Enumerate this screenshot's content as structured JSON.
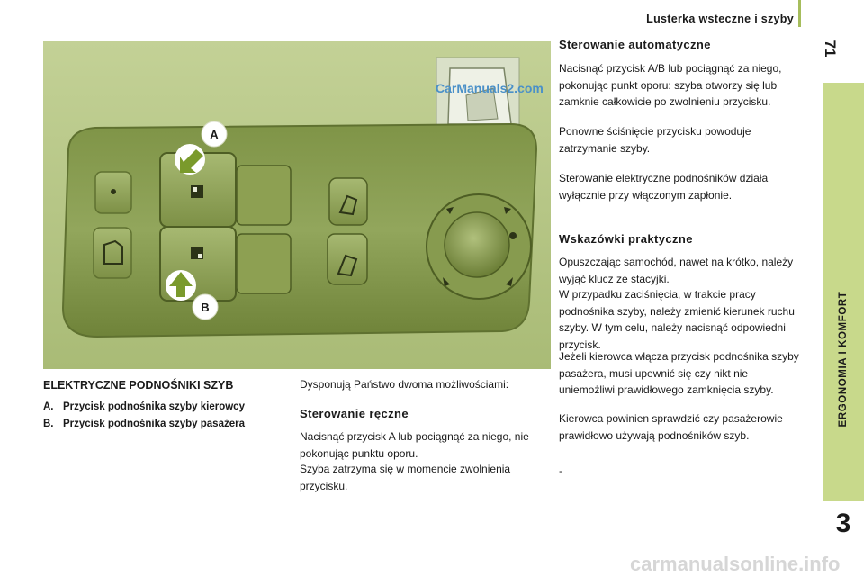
{
  "header": {
    "title": "Lusterka wsteczne i szyby",
    "page_number": "71"
  },
  "sidebar": {
    "section": "ERGONOMIA I KOMFORT",
    "chapter": "3"
  },
  "figure": {
    "label_a": "A",
    "label_b": "B",
    "watermark": "CarManuals2.com"
  },
  "left": {
    "title": "ELEKTRYCZNE PODNOŚNIKI SZYB",
    "items": [
      {
        "key": "A.",
        "text": "Przycisk podnośnika szyby kierowcy"
      },
      {
        "key": "B.",
        "text": "Przycisk podnośnika szyby pasażera"
      }
    ]
  },
  "middle": {
    "intro": "Dysponują Państwo dwoma możliwościami:",
    "heading": "Sterowanie ręczne",
    "paragraphs": [
      "Nacisnąć przycisk A lub pociągnąć za niego, nie pokonując punktu oporu.",
      "Szyba zatrzyma się w momencie zwolnienia przycisku."
    ]
  },
  "right": {
    "heading_auto": "Sterowanie automatyczne",
    "auto_paragraphs": [
      "Nacisnąć przycisk A/B lub pociągnąć za niego, pokonując punkt oporu: szyba otworzy się lub zamknie całkowicie po zwolnieniu przycisku.",
      "Ponowne ściśnięcie przycisku powoduje zatrzymanie szyby.",
      "Sterowanie elektryczne podnośników działa wyłącznie przy włączonym zapłonie."
    ],
    "heading_tips": "Wskazówki praktyczne",
    "tips_paragraphs": [
      "Opuszczając samochód, nawet na krótko, należy wyjąć klucz ze stacyjki.",
      "W przypadku zaciśnięcia, w trakcie pracy podnośnika szyby, należy zmienić kierunek ruchu szyby. W tym celu, należy nacisnąć odpowiedni przycisk.",
      "Jeżeli kierowca włącza przycisk podnośnika szyby pasażera, musi upewnić się czy nikt nie uniemożliwi prawidłowego zamknięcia szyby.",
      "Kierowca powinien sprawdzić czy pasażerowie prawidłowo używają podnośników szyb.",
      "-"
    ]
  },
  "footer": {
    "watermark": "carmanualsonline.info"
  },
  "colors": {
    "accent_green": "#c8d98b",
    "panel_green": "#8ea25a",
    "arrow_green": "#7a9a2c"
  }
}
